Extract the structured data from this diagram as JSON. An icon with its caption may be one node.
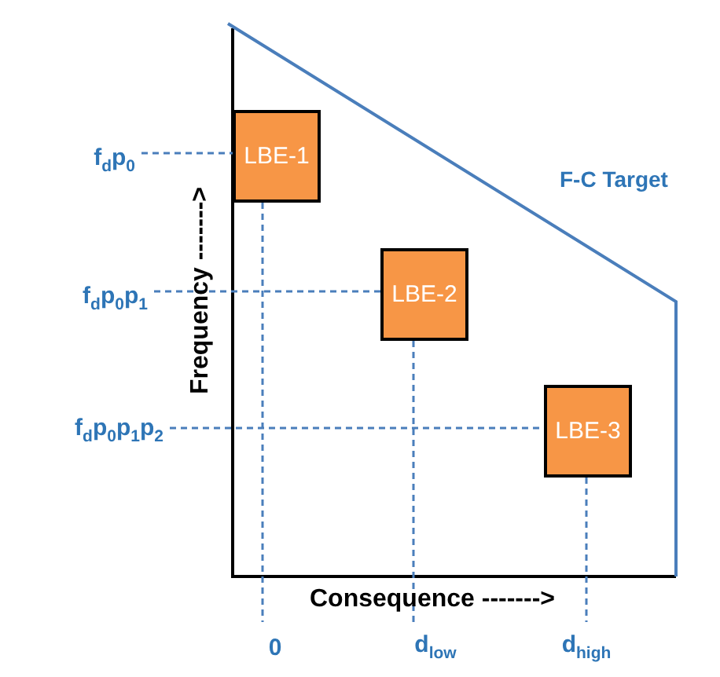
{
  "diagram": {
    "nodes": [
      {
        "text": [
          "f$_{d}$p$_{0}$"
        ]
      },
      {
        "text": [
          "f$_{d}$p$_{0}$p$_{1}$"
        ]
      },
      {
        "text": [
          "f$_{d}$p$_{0}$p$_{1}$p$_{2}$"
        ]
      },
      {
        "text": [
          "LBE-1"
        ]
      },
      {
        "text": [
          "LBE-2"
        ]
      },
      {
        "text": [
          "LBE-3"
        ]
      },
      {
        "text": [
          "0"
        ]
      },
      {
        "text": [
          "d$_{low}$"
        ]
      },
      {
        "text": [
          "d$_{high}$"
        ]
      }
    ],
    "edges": [
      {
        "from": 0,
        "to": 3,
        "arrow": "none",
        "style": "dashed"
      },
      {
        "from": 1,
        "to": 4,
        "arrow": "none",
        "style": "dashed"
      },
      {
        "from": 2,
        "to": 5,
        "arrow": "none",
        "style": "dashed"
      },
      {
        "from": 3,
        "to": 6,
        "arrow": "none",
        "style": "dashed"
      },
      {
        "from": 4,
        "to": 7,
        "arrow": "none",
        "style": "dashed"
      },
      {
        "from": 5,
        "to": 8,
        "arrow": "none",
        "style": "dashed"
      }
    ],
    "labels": [
      "F-C Target",
      "Frequency ------->",
      "Consequence ------->"
    ]
  }
}
